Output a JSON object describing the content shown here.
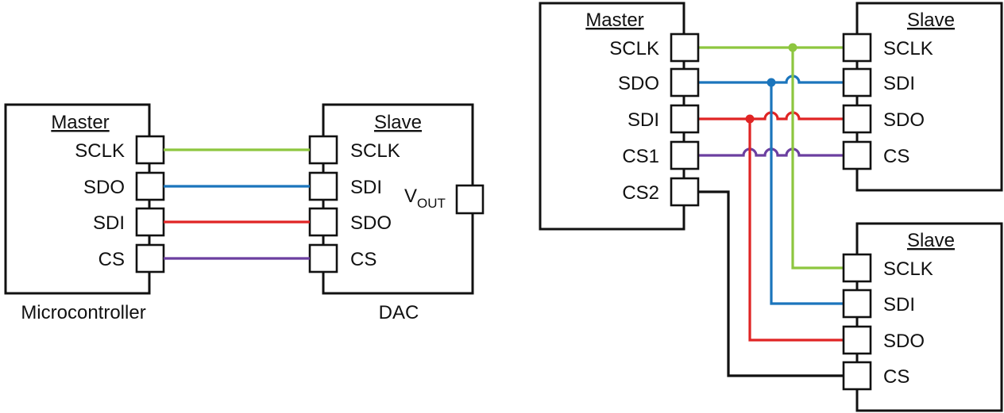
{
  "colors": {
    "sclk": "#8dc63f",
    "sdo_sdi": "#1b75bc",
    "sdi_sdo": "#e02424",
    "cs": "#6b3fa0",
    "cs2": "#111111",
    "outline": "#111111"
  },
  "left": {
    "master": {
      "title": "Master",
      "pins": [
        "SCLK",
        "SDO",
        "SDI",
        "CS"
      ],
      "caption": "Microcontroller"
    },
    "slave": {
      "title": "Slave",
      "pins": [
        "SCLK",
        "SDI",
        "SDO",
        "CS"
      ],
      "output_main": "V",
      "output_sub": "OUT",
      "caption": "DAC"
    }
  },
  "right": {
    "master": {
      "title": "Master",
      "pins": [
        "SCLK",
        "SDO",
        "SDI",
        "CS1",
        "CS2"
      ]
    },
    "slave1": {
      "title": "Slave",
      "pins": [
        "SCLK",
        "SDI",
        "SDO",
        "CS"
      ]
    },
    "slave2": {
      "title": "Slave",
      "pins": [
        "SCLK",
        "SDI",
        "SDO",
        "CS"
      ]
    }
  }
}
